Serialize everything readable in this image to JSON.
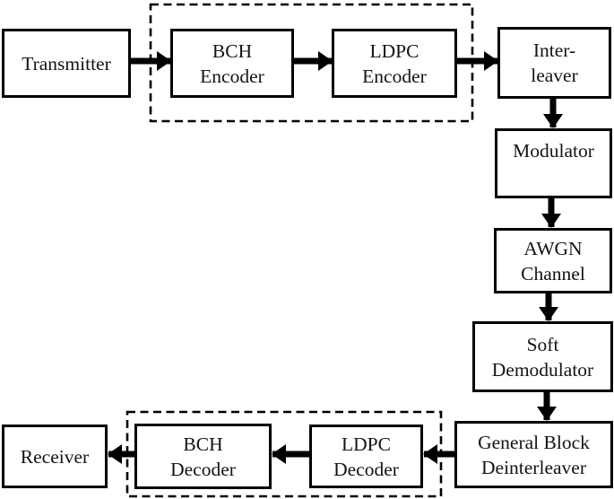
{
  "diagram": {
    "type": "block-diagram",
    "colors": {
      "background": "#ffffff",
      "line": "#000000",
      "text": "#141414"
    },
    "nodes": {
      "transmitter": {
        "label": "Transmitter",
        "lines": [
          "Transmitter"
        ]
      },
      "bch_encoder": {
        "label": "BCH Encoder",
        "lines": [
          "BCH",
          "Encoder"
        ]
      },
      "ldpc_encoder": {
        "label": "LDPC Encoder",
        "lines": [
          "LDPC",
          "Encoder"
        ]
      },
      "interleaver": {
        "label": "Inter-leaver",
        "lines": [
          "Inter-",
          "leaver"
        ]
      },
      "modulator": {
        "label": "Modulator",
        "lines": [
          "Modulator"
        ]
      },
      "awgn_channel": {
        "label": "AWGN Channel",
        "lines": [
          "AWGN",
          "Channel"
        ]
      },
      "soft_demodulator": {
        "label": "Soft Demodulator",
        "lines": [
          "Soft",
          "Demodulator"
        ]
      },
      "general_block_deinterleaver": {
        "label": "General Block Deinterleaver",
        "lines": [
          "General Block",
          "Deinterleaver"
        ]
      },
      "ldpc_decoder": {
        "label": "LDPC Decoder",
        "lines": [
          "LDPC",
          "Decoder"
        ]
      },
      "bch_decoder": {
        "label": "BCH Decoder",
        "lines": [
          "BCH",
          "Decoder"
        ]
      },
      "receiver": {
        "label": "Receiver",
        "lines": [
          "Receiver"
        ]
      }
    },
    "groups": {
      "encoder_group": {
        "style": "dashed",
        "contains": [
          "BCH Encoder",
          "LDPC Encoder"
        ]
      },
      "decoder_group": {
        "style": "dashed",
        "contains": [
          "BCH Decoder",
          "LDPC Decoder"
        ]
      }
    },
    "edges": [
      {
        "from": "Transmitter",
        "to": "BCH Encoder"
      },
      {
        "from": "BCH Encoder",
        "to": "LDPC Encoder"
      },
      {
        "from": "LDPC Encoder",
        "to": "Inter-leaver"
      },
      {
        "from": "Inter-leaver",
        "to": "Modulator"
      },
      {
        "from": "Modulator",
        "to": "AWGN Channel"
      },
      {
        "from": "AWGN Channel",
        "to": "Soft Demodulator"
      },
      {
        "from": "Soft Demodulator",
        "to": "General Block Deinterleaver"
      },
      {
        "from": "General Block Deinterleaver",
        "to": "LDPC Decoder"
      },
      {
        "from": "LDPC Decoder",
        "to": "BCH Decoder"
      },
      {
        "from": "BCH Decoder",
        "to": "Receiver"
      }
    ]
  }
}
